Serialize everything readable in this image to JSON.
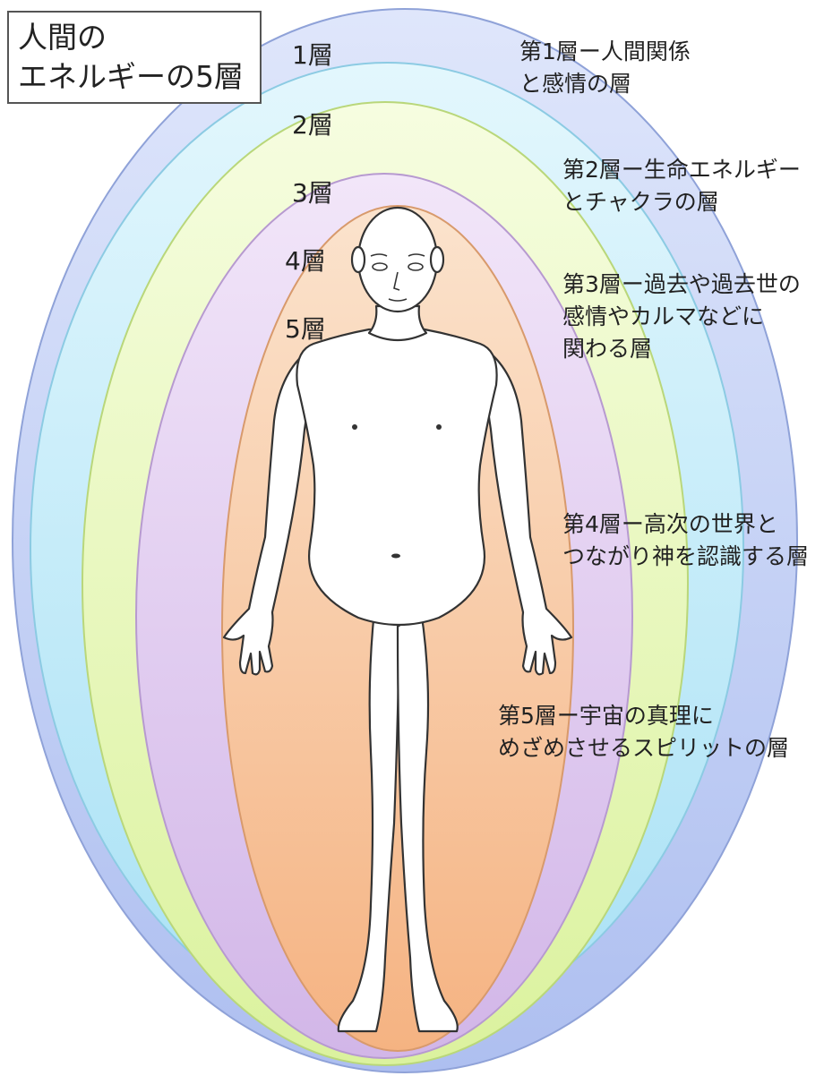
{
  "title": {
    "line1": "人間の",
    "line2": "エネルギーの5層"
  },
  "layers": [
    {
      "num": "1層",
      "color": "#c7d4f4",
      "desc": [
        "第1層ー人間関係",
        "と感情の層"
      ]
    },
    {
      "num": "2層",
      "color": "#c9eef8",
      "desc": [
        "第2層ー生命エネルギー",
        "とチャクラの層"
      ]
    },
    {
      "num": "3層",
      "color": "#eef9c8",
      "desc": [
        "第3層ー過去や過去世の",
        "感情やカルマなどに",
        "関わる層"
      ]
    },
    {
      "num": "4層",
      "color": "#e6d3f1",
      "desc": [
        "第4層ー高次の世界と",
        "つながり神を認識する層"
      ]
    },
    {
      "num": "5層",
      "color": "#f8c79f",
      "desc": [
        "第5層ー宇宙の真理に",
        "めざめさせるスピリットの層"
      ]
    }
  ],
  "colors": {
    "figure_fill": "#ffffff",
    "figure_stroke": "#333333"
  }
}
